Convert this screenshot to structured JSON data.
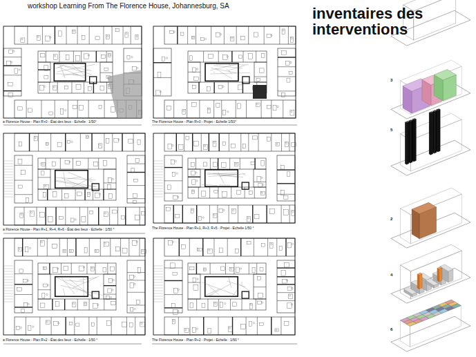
{
  "diagram": {
    "title": "inventaires des interventions",
    "labels": [
      "workshop Learning From The Florence House, Johannesburg, SA",
      "a Florence House - Plan R+0 - État des lieux - Echelle : 1/50°",
      "The Florence House - Plan R+0 - Projet - Echelle 1/50°",
      "a Florence House - Plan R+1, R+4, R+6 - État des lieux - Echelle : 1/50 °",
      "The Florence House - Plan R+1, R+3, R+5 - Projet - Echelle 1/50 °",
      "a Florence House - Plan R+2 - État des lieux - Echelle : 1/50 °",
      "The Florence House - Plan R+2 - Projet - Echelle : 1/50 °",
      "3",
      "5",
      "2",
      "4",
      "6"
    ]
  }
}
